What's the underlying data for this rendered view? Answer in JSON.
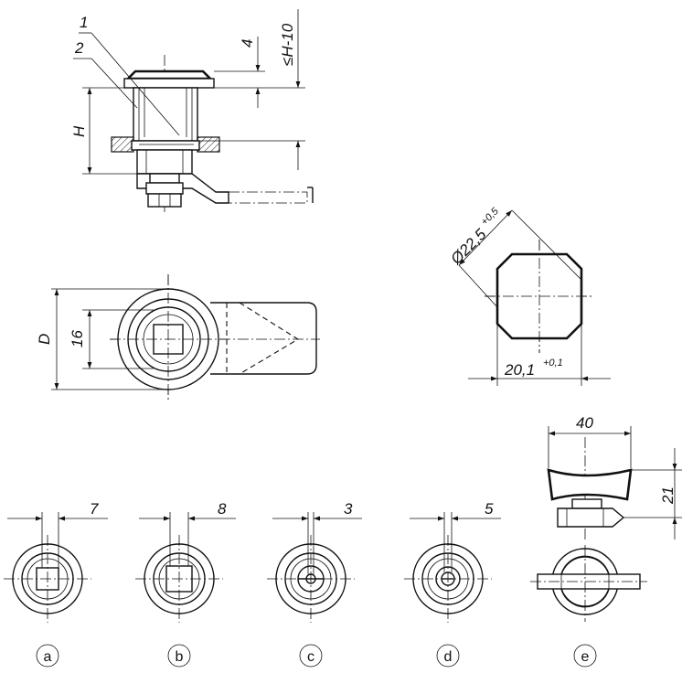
{
  "callouts": {
    "item1": "1",
    "item2": "2"
  },
  "dimensions": {
    "dim_4": "4",
    "dim_h_minus_10": "≤H-10",
    "dim_h": "H",
    "dim_d": "D",
    "dim_16": "16",
    "dim_diameter": "Ø22,5",
    "dim_diameter_tol": "+0,5",
    "dim_width": "20,1",
    "dim_width_tol": "+0,1",
    "dim_40": "40",
    "dim_21": "21"
  },
  "variants": [
    {
      "label": "a",
      "dim": "7"
    },
    {
      "label": "b",
      "dim": "8"
    },
    {
      "label": "c",
      "dim": "3"
    },
    {
      "label": "d",
      "dim": "5"
    },
    {
      "label": "e"
    }
  ]
}
